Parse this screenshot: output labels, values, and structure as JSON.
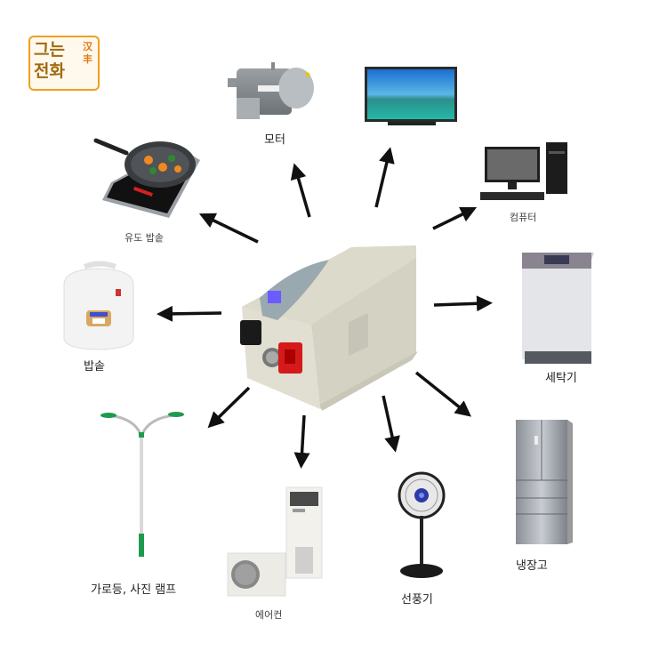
{
  "logo": {
    "text_line1": "그는",
    "text_line2": "전화",
    "side_text": "汉丰",
    "color": "#f0a020"
  },
  "diagram": {
    "center_device": "inverter",
    "center_lcd_color": "#6a5cff",
    "arrow_color": "#111111",
    "appliances": [
      {
        "id": "motor",
        "label": "모터"
      },
      {
        "id": "tv",
        "label": ""
      },
      {
        "id": "computer",
        "label": "컴퓨터"
      },
      {
        "id": "induction-cooker",
        "label": "유도 밥솥"
      },
      {
        "id": "rice-cooker",
        "label": "밥솥"
      },
      {
        "id": "washing-machine",
        "label": "세탁기"
      },
      {
        "id": "street-lamp",
        "label": "가로등, 사진 램프"
      },
      {
        "id": "air-conditioner",
        "label": "에어컨"
      },
      {
        "id": "fan",
        "label": "선풍기"
      },
      {
        "id": "refrigerator",
        "label": "냉장고"
      }
    ]
  }
}
